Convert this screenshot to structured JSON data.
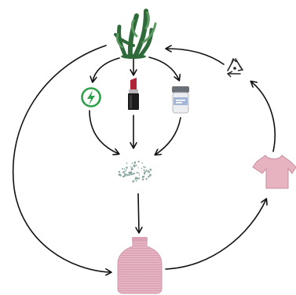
{
  "diagram": {
    "background": "#ffffff",
    "colors": {
      "seaweed": "#2f6b3a",
      "seaweed_light": "#5f9a64",
      "energy": "#2fa14a",
      "lipstick": "#b0243a",
      "lipstick_case": "#1b1b1b",
      "jar_lid": "#6b6f78",
      "jar_body": "#ecedf0",
      "jar_label": "#4b73b8",
      "particles": "#8aa8a0",
      "bottle": "#e5b4c2",
      "bottle_stripe": "#d49aab",
      "shirt": "#e8b3c1",
      "recycle": "#222222",
      "arrow": "#111111"
    },
    "nodes": [
      {
        "id": "seaweed",
        "icon": "seaweed-icon"
      },
      {
        "id": "energy",
        "icon": "energy-icon"
      },
      {
        "id": "cosmetics",
        "icon": "lipstick-icon"
      },
      {
        "id": "container",
        "icon": "jar-icon"
      },
      {
        "id": "particles",
        "icon": "particles-icon"
      },
      {
        "id": "bottle",
        "icon": "bottle-icon"
      },
      {
        "id": "shirt",
        "icon": "shirt-icon"
      },
      {
        "id": "recycling",
        "icon": "recycle-icon"
      }
    ],
    "edges": [
      {
        "from": "seaweed",
        "to": "energy"
      },
      {
        "from": "seaweed",
        "to": "cosmetics"
      },
      {
        "from": "seaweed",
        "to": "container"
      },
      {
        "from": "energy",
        "to": "particles"
      },
      {
        "from": "cosmetics",
        "to": "particles"
      },
      {
        "from": "container",
        "to": "particles"
      },
      {
        "from": "particles",
        "to": "bottle"
      },
      {
        "from": "seaweed",
        "to": "bottle"
      },
      {
        "from": "bottle",
        "to": "shirt"
      },
      {
        "from": "shirt",
        "to": "recycling"
      },
      {
        "from": "recycling",
        "to": "seaweed"
      }
    ]
  }
}
